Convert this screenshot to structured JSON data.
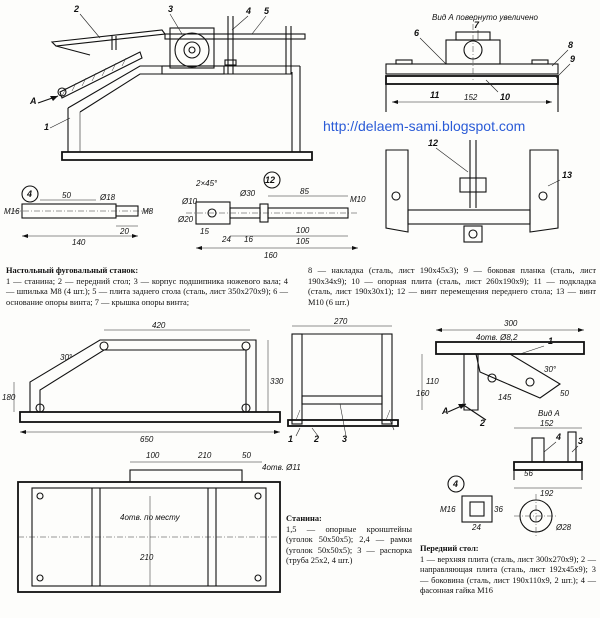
{
  "url": "http://delaem-sami.blogspot.com",
  "callouts": {
    "main": [
      "1",
      "2",
      "3",
      "4",
      "5"
    ],
    "view_a": [
      "6",
      "7",
      "8",
      "9",
      "10",
      "11"
    ],
    "screw": [
      "12",
      "13"
    ],
    "front": [
      "1",
      "2",
      "3",
      "4"
    ],
    "frame": [
      "1",
      "2",
      "3"
    ]
  },
  "labels": {
    "arrow_a": "A",
    "view_a_title": "Вид А повернуто увеличено",
    "view_a_small": "Вид А",
    "circle_4": "4",
    "circle_12": "12",
    "holes_frame": "4отв. Ø11",
    "holes_place": "4отв. по месту",
    "holes_front": "4отв. Ø8,2",
    "chamfer": "2×45°",
    "angle_30": "30°",
    "angle_30b": "30°"
  },
  "dims": {
    "view_a_152": "152",
    "d4_50": "50",
    "d4_m8": "M8",
    "d4_140": "140",
    "d4_20": "20",
    "d4_d18": "Ø18",
    "d4_m16": "M16",
    "d12_d30": "Ø30",
    "d12_d10": "Ø10",
    "d12_85": "85",
    "d12_m10": "M10",
    "d12_15": "15",
    "d12_24": "24",
    "d12_16": "16",
    "d12_100": "100",
    "d12_105": "105",
    "d12_160": "160",
    "d12_d20": "Ø20",
    "fr_420": "420",
    "fr_180": "180",
    "fr_330": "330",
    "fr_650": "650",
    "fr_270": "270",
    "fr_100": "100",
    "fr_210": "210",
    "fr_50": "50",
    "fr_210b": "210",
    "fs_300": "300",
    "fs_110": "110",
    "fs_160": "160",
    "fs_145": "145",
    "fs_50": "50",
    "fs_152": "152",
    "fs_56": "56",
    "fs_192": "192",
    "fs_m16": "M16",
    "fs_24": "24",
    "fs_36": "36",
    "fs_d28": "Ø28"
  },
  "captions": {
    "main_title": "Настольный фуговальный станок:",
    "main_left": "1 — станина; 2 — передний стол; 3 — корпус подшипника ножевого вала; 4 — шпилька М8 (4 шт.); 5 — плита заднего стола (сталь, лист 350х270х9); 6 — основание опоры винта; 7 — крышка опоры винта;",
    "main_right": "8 — накладка (сталь, лист 190х45х3); 9 — боковая планка (сталь, лист 190х34х9); 10 — опорная плита (сталь, лист 260х190х9); 11 — подкладка (сталь, лист 190х30х1); 12 — винт перемещения переднего стола; 13 — винт М10 (6 шт.)",
    "frame_title": "Станина:",
    "frame_text": "1,5 — опорные кронштейны (уголок 50х50х5); 2,4 — рамки (уголок 50х50х5); 3 — распорка (труба 25х2, 4 шт.)",
    "front_title": "Передний стол:",
    "front_text": "1 — верхняя плита (сталь, лист 300х270х9); 2 — направляющая плита (сталь, лист 192х45х9); 3 — боковина (сталь, лист 190х110х9, 2 шт.); 4 — фасонная гайка М16"
  }
}
